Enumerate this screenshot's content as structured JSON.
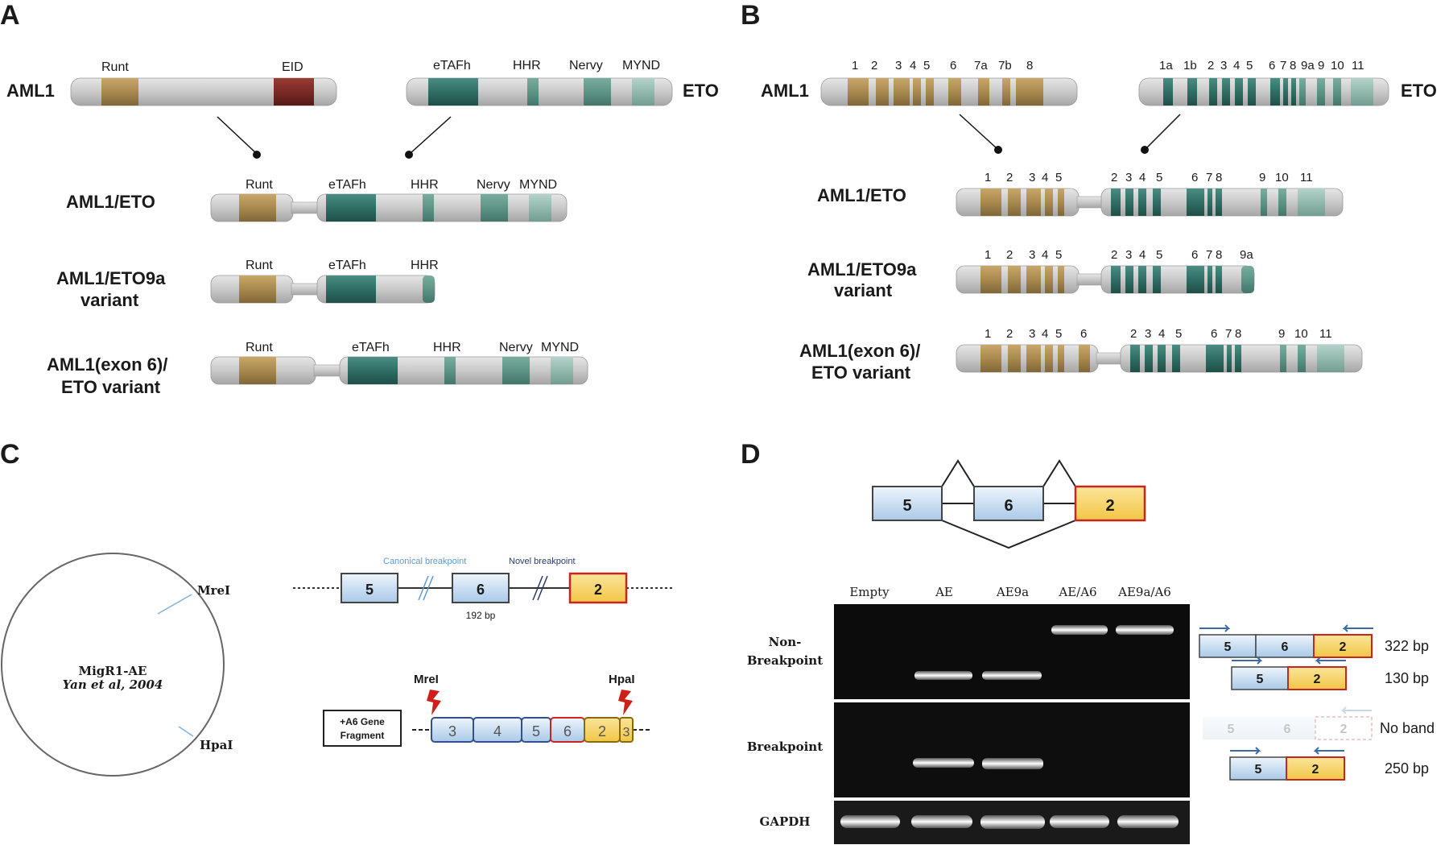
{
  "panels": {
    "a": "A",
    "b": "B",
    "c": "C",
    "d": "D"
  },
  "colors": {
    "runt": "#a8894e",
    "eid": "#7a2a26",
    "etafh": "#2f6e64",
    "eto_exon": "#4f8c80",
    "eto_light": "#8fb8ad",
    "tube": "#c8c8c8",
    "exon_blue": "#bcd6ee",
    "exon_yellow": "#f6d365",
    "exon_red_border": "#c8251e"
  },
  "panel_a": {
    "aml1": {
      "name": "AML1",
      "domains": [
        "Runt",
        "EID"
      ]
    },
    "eto": {
      "name": "ETO",
      "domains": [
        "eTAFh",
        "HHR",
        "Nervy",
        "MYND"
      ]
    },
    "rows": [
      {
        "name": "AML1/ETO",
        "domains": [
          "Runt",
          "eTAFh",
          "HHR",
          "Nervy",
          "MYND"
        ]
      },
      {
        "name_line1": "AML1/ETO9a",
        "name_line2": "variant",
        "domains": [
          "Runt",
          "eTAFh",
          "HHR"
        ]
      },
      {
        "name_line1": "AML1(exon 6)/",
        "name_line2": "ETO variant",
        "domains": [
          "Runt",
          "eTAFh",
          "HHR",
          "Nervy",
          "MYND"
        ]
      }
    ]
  },
  "panel_b": {
    "aml1": {
      "name": "AML1",
      "exons": [
        "1",
        "2",
        "3",
        "4",
        "5",
        "6",
        "7a",
        "7b",
        "8"
      ]
    },
    "eto": {
      "name": "ETO",
      "exons": [
        "1a",
        "1b",
        "2",
        "3",
        "4",
        "5",
        "6",
        "7",
        "8",
        "9a",
        "9",
        "10",
        "11"
      ]
    },
    "rows": [
      {
        "name": "AML1/ETO",
        "aml1_exons": [
          "1",
          "2",
          "3",
          "4",
          "5"
        ],
        "eto_exons": [
          "2",
          "3",
          "4",
          "5",
          "6",
          "7",
          "8",
          "9",
          "10",
          "11"
        ]
      },
      {
        "name_line1": "AML1/ETO9a",
        "name_line2": "variant",
        "aml1_exons": [
          "1",
          "2",
          "3",
          "4",
          "5"
        ],
        "eto_exons": [
          "2",
          "3",
          "4",
          "5",
          "6",
          "7",
          "8",
          "9a"
        ]
      },
      {
        "name_line1": "AML1(exon 6)/",
        "name_line2": "ETO variant",
        "aml1_exons": [
          "1",
          "2",
          "3",
          "4",
          "5",
          "6"
        ],
        "eto_exons": [
          "2",
          "3",
          "4",
          "5",
          "6",
          "7",
          "8",
          "9",
          "10",
          "11"
        ]
      }
    ]
  },
  "panel_c": {
    "plasmid_name": "MigR1-AE",
    "plasmid_ref": "Yan et al, 2004",
    "site1": "MreI",
    "site2": "HpaI",
    "canonical": "Canonical breakpoint",
    "novel": "Novel breakpoint",
    "exon5": "5",
    "exon6": "6",
    "exon2": "2",
    "bp": "192 bp",
    "fragment_line1": "+A6 Gene",
    "fragment_line2": "Fragment",
    "frag_exons": [
      "3",
      "4",
      "5",
      "6",
      "2",
      "3"
    ]
  },
  "panel_d": {
    "splice_exons": [
      "5",
      "6",
      "2"
    ],
    "lanes": [
      "Empty",
      "AE",
      "AE9a",
      "AE/A6",
      "AE9a/A6"
    ],
    "row_nonbp_line1": "Non-",
    "row_nonbp_line2": "Breakpoint",
    "row_bp": "Breakpoint",
    "row_gapdh": "GAPDH",
    "products": [
      {
        "exons": [
          "5",
          "6",
          "2"
        ],
        "size": "322 bp"
      },
      {
        "exons": [
          "5",
          "2"
        ],
        "size": "130 bp"
      },
      {
        "exons": [
          "5",
          "6",
          "2"
        ],
        "size": "No band"
      },
      {
        "exons": [
          "5",
          "2"
        ],
        "size": "250 bp"
      }
    ]
  }
}
